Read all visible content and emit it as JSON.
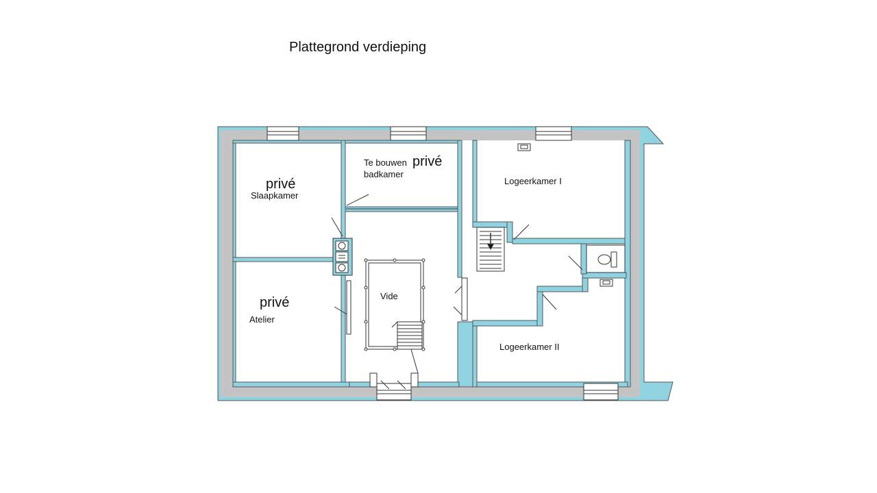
{
  "title": "Plattegrond verdieping",
  "rooms": {
    "slaapkamer": {
      "label": "Slaapkamer",
      "status": "privé"
    },
    "atelier": {
      "label": "Atelier",
      "status": "privé"
    },
    "badkamer": {
      "label_line1": "Te bouwen",
      "label_line2": "badkamer",
      "status": "privé"
    },
    "vide": {
      "label": "Vide"
    },
    "logeerkamer_1": {
      "label": "Logeerkamer I"
    },
    "logeerkamer_2": {
      "label": "Logeerkamer II"
    }
  },
  "colors": {
    "wall_fill": "#8fd3e0",
    "wall_inner": "#bdbdbd",
    "line": "#333333"
  },
  "icons": [
    "stair-down-arrow-icon",
    "toilet-icon",
    "washbasin-icon",
    "radiator-icon"
  ]
}
